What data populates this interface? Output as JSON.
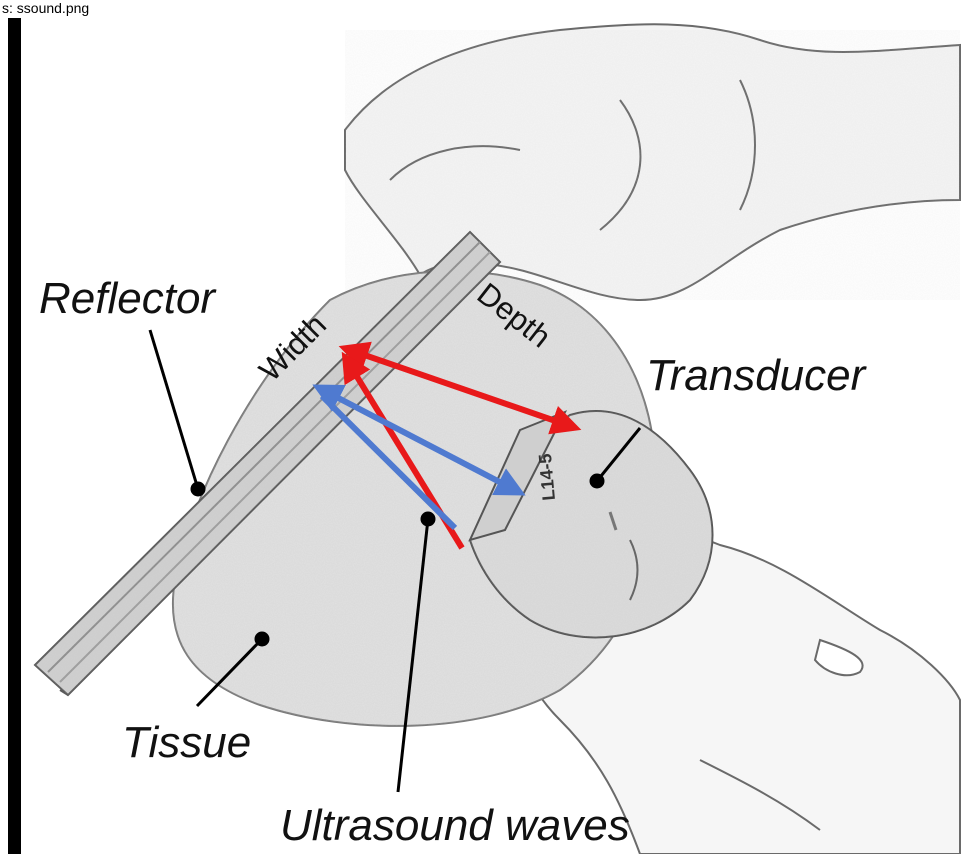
{
  "file_title": "s: ssound.png",
  "labels": {
    "reflector": "Reflector",
    "width": "Width",
    "depth": "Depth",
    "transducer": "Transducer",
    "tissue": "Tissue",
    "ultrasound_waves": "Ultrasound waves",
    "probe_marking": "L14-5"
  },
  "colors": {
    "red_arrow": "#e8191a",
    "blue_arrow": "#4f7ad0",
    "pointer": "#000000",
    "frame_bar": "#000000"
  }
}
